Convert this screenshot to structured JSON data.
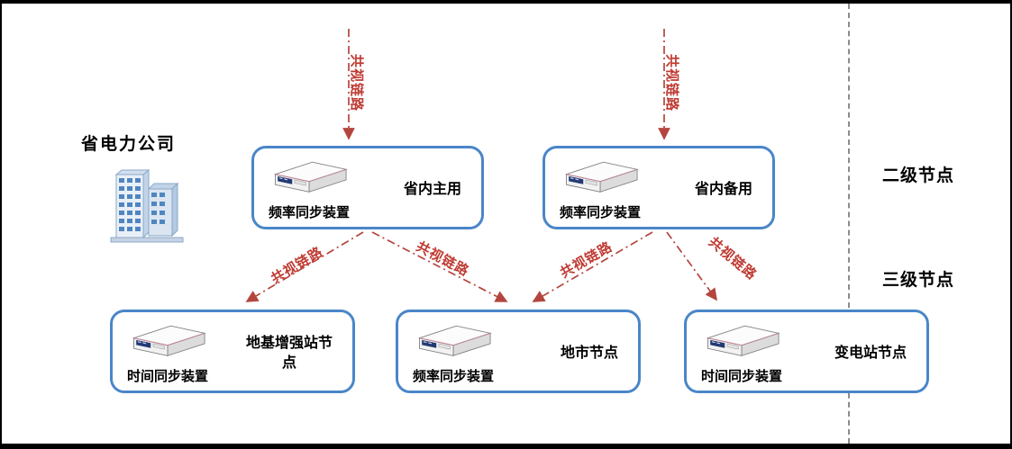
{
  "canvas": {
    "company_label": "省电力公司",
    "level2_label": "二级节点",
    "level3_label": "三级节点"
  },
  "links": {
    "label": "共视链路",
    "edges": [
      {
        "from": null,
        "to": "省内主用",
        "label": "共视链路"
      },
      {
        "from": null,
        "to": "省内备用",
        "label": "共视链路"
      },
      {
        "from": "省内主用",
        "to": "地基增强站节点",
        "label": "共视链路"
      },
      {
        "from": "省内主用",
        "to": "地市节点",
        "label": "共视链路"
      },
      {
        "from": "省内备用",
        "to": "地市节点",
        "label": "共视链路"
      },
      {
        "from": "省内备用",
        "to": "变电站节点",
        "label": "共视链路"
      }
    ]
  },
  "nodes": {
    "primary": {
      "device": "频率同步装置",
      "role": "省内主用"
    },
    "backup": {
      "device": "频率同步装置",
      "role": "省内备用"
    },
    "gbas": {
      "device": "时间同步装置",
      "role": "地基增强站节点"
    },
    "city": {
      "device": "频率同步装置",
      "role": "地市节点"
    },
    "substation": {
      "device": "时间同步装置",
      "role": "变电站节点"
    }
  },
  "colors": {
    "box_border": "#4a86c8",
    "link_line": "#b4453e",
    "link_text": "#bf3b33",
    "device_panel": "#233a74",
    "separator": "#8c8c8c"
  },
  "icons": {
    "device": "sync-device-icon",
    "building": "office-building-icon"
  }
}
